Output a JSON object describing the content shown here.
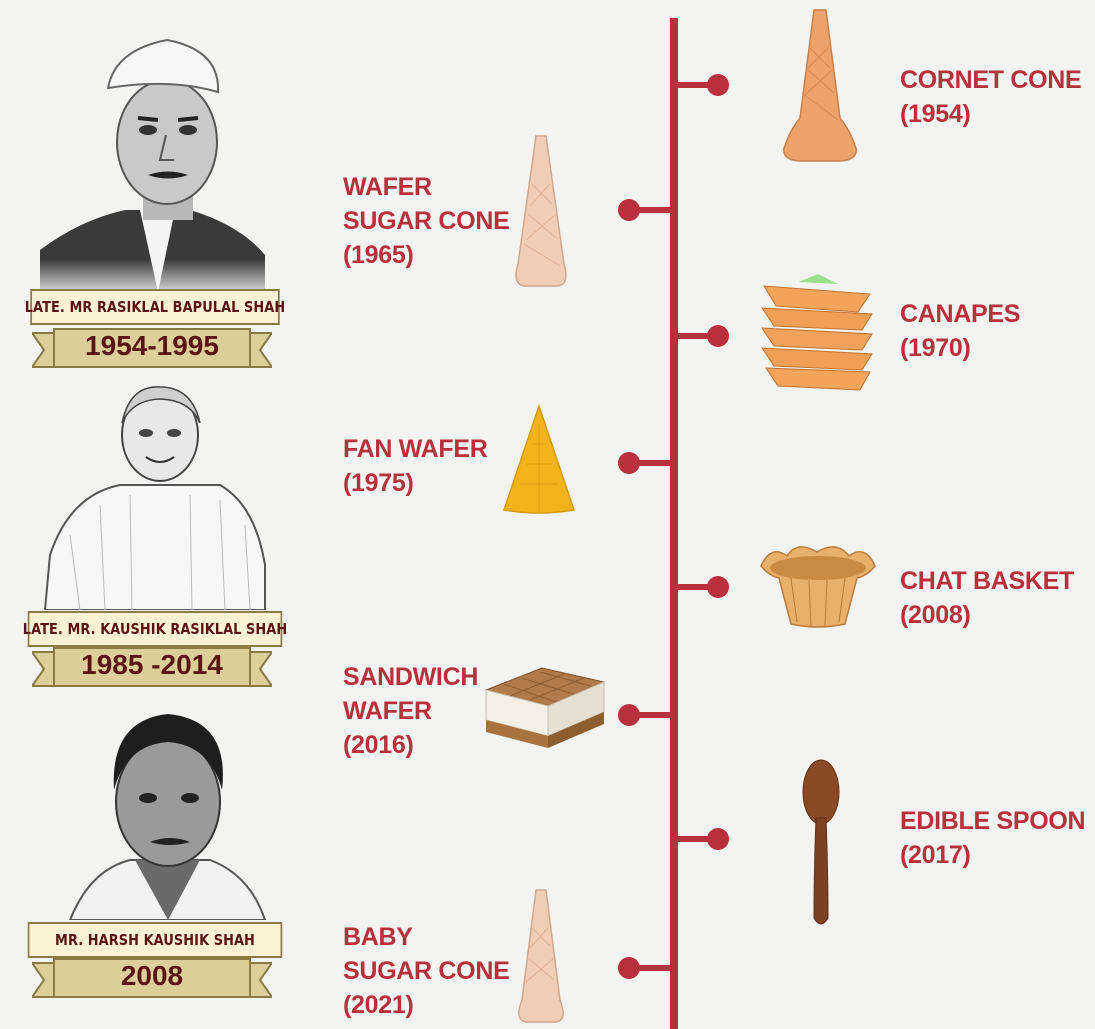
{
  "founders": [
    {
      "name": "LATE. MR RASIKLAL BAPULAL SHAH",
      "years": "1954-1995"
    },
    {
      "name": "LATE. MR. KAUSHIK RASIKLAL SHAH",
      "years": "1985 -2014"
    },
    {
      "name": "MR. HARSH  KAUSHIK  SHAH",
      "years": "2008"
    }
  ],
  "timeline": {
    "color": "#b8303b",
    "right": [
      {
        "lines": [
          "CORNET CONE",
          "(1954)"
        ],
        "icon": "cornet-cone-image"
      },
      {
        "lines": [
          "CANAPES",
          "(1970)"
        ],
        "icon": "canapes-image"
      },
      {
        "lines": [
          "CHAT BASKET",
          "(2008)"
        ],
        "icon": "chat-basket-image"
      },
      {
        "lines": [
          "EDIBLE SPOON",
          "(2017)"
        ],
        "icon": "edible-spoon-image"
      }
    ],
    "left": [
      {
        "lines": [
          "WAFER",
          "SUGAR CONE",
          "(1965)"
        ],
        "icon": "wafer-sugar-cone-image"
      },
      {
        "lines": [
          "FAN WAFER",
          "(1975)"
        ],
        "icon": "fan-wafer-image"
      },
      {
        "lines": [
          "SANDWICH",
          "WAFER",
          "(2016)"
        ],
        "icon": "sandwich-wafer-image"
      },
      {
        "lines": [
          "BABY",
          "SUGAR CONE",
          "(2021)"
        ],
        "icon": "baby-sugar-cone-image"
      }
    ]
  }
}
